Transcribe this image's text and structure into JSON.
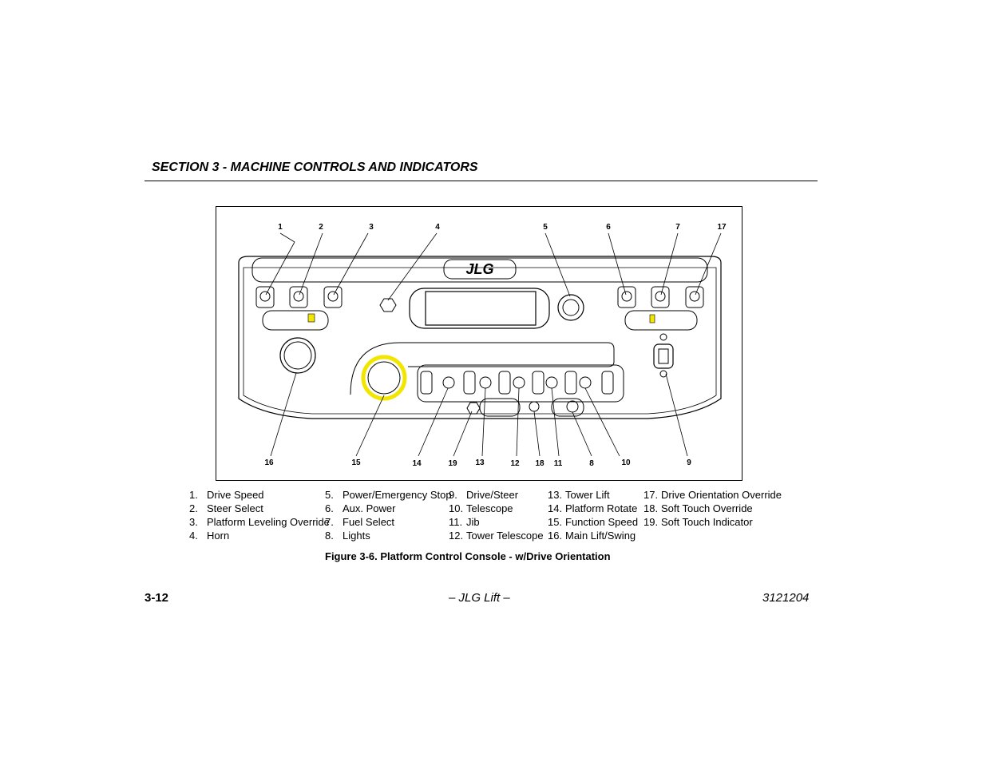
{
  "header": {
    "section_title": "SECTION 3 - MACHINE CONTROLS AND INDICATORS"
  },
  "figure": {
    "brand_logo": "JLG",
    "callouts_top": [
      "1",
      "2",
      "3",
      "4",
      "5",
      "6",
      "7",
      "17"
    ],
    "callouts_bottom": [
      "16",
      "15",
      "14",
      "19",
      "13",
      "12",
      "18",
      "11",
      "8",
      "10",
      "9"
    ],
    "caption": "Figure 3-6. Platform Control Console - w/Drive Orientation"
  },
  "legend": {
    "col1": [
      {
        "num": "1.",
        "label": "Drive Speed"
      },
      {
        "num": "2.",
        "label": "Steer Select"
      },
      {
        "num": "3.",
        "label": "Platform Leveling Override"
      },
      {
        "num": "4.",
        "label": "Horn"
      }
    ],
    "col2": [
      {
        "num": "5.",
        "label": "Power/Emergency Stop"
      },
      {
        "num": "6.",
        "label": "Aux. Power"
      },
      {
        "num": "7.",
        "label": "Fuel Select"
      },
      {
        "num": "8.",
        "label": "Lights"
      }
    ],
    "col3": [
      {
        "num": "9.",
        "label": "Drive/Steer"
      },
      {
        "num": "10.",
        "label": "Telescope"
      },
      {
        "num": "11.",
        "label": "Jib"
      },
      {
        "num": "12.",
        "label": "Tower Telescope"
      }
    ],
    "col4": [
      {
        "num": "13.",
        "label": "Tower Lift"
      },
      {
        "num": "14.",
        "label": "Platform Rotate"
      },
      {
        "num": "15.",
        "label": "Function Speed"
      },
      {
        "num": "16.",
        "label": "Main Lift/Swing"
      }
    ],
    "col5": [
      {
        "num": "17.",
        "label": "Drive Orientation Override"
      },
      {
        "num": "18.",
        "label": "Soft Touch Override"
      },
      {
        "num": "19.",
        "label": "Soft Touch Indicator"
      }
    ]
  },
  "footer": {
    "page": "3-12",
    "center": "– JLG Lift –",
    "doc_number": "3121204"
  },
  "colors": {
    "indicator_yellow": "#f2e600",
    "line": "#000000"
  }
}
